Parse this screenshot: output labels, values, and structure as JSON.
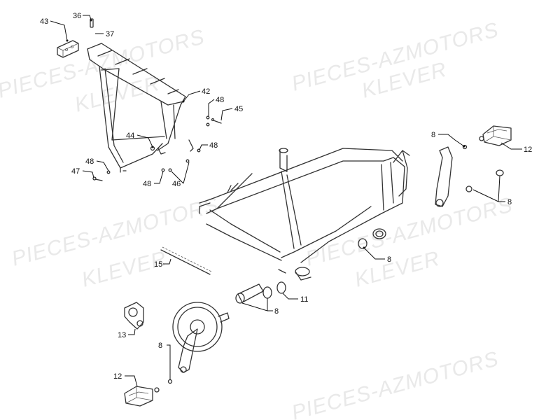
{
  "watermarks": [
    {
      "text": "PIECES-AZMOTORS"
    },
    {
      "text": "KLEVER"
    },
    {
      "text": "PIECES-AZMOTORS"
    },
    {
      "text": "KLEVER"
    },
    {
      "text": "PIECES-AZMOTORS"
    },
    {
      "text": "KLEVER"
    },
    {
      "text": "PIECES-AZMOTORS"
    },
    {
      "text": "KLEVER"
    },
    {
      "text": "PIECES-AZMOTORS"
    }
  ],
  "callouts": {
    "c36": "36",
    "c37": "37",
    "c43": "43",
    "c42": "42",
    "c48a": "48",
    "c45": "45",
    "c44": "44",
    "c48b": "48",
    "c48c": "48",
    "c47": "47",
    "c46": "46",
    "c48d": "48",
    "c8a": "8",
    "c12a": "12",
    "c8b": "8",
    "c15": "15",
    "c8c": "8",
    "c11": "11",
    "c8d": "8",
    "c13": "13",
    "c8e": "8",
    "c12b": "12"
  },
  "colors": {
    "ink": "#333333",
    "watermark": "#e9e9e9"
  }
}
